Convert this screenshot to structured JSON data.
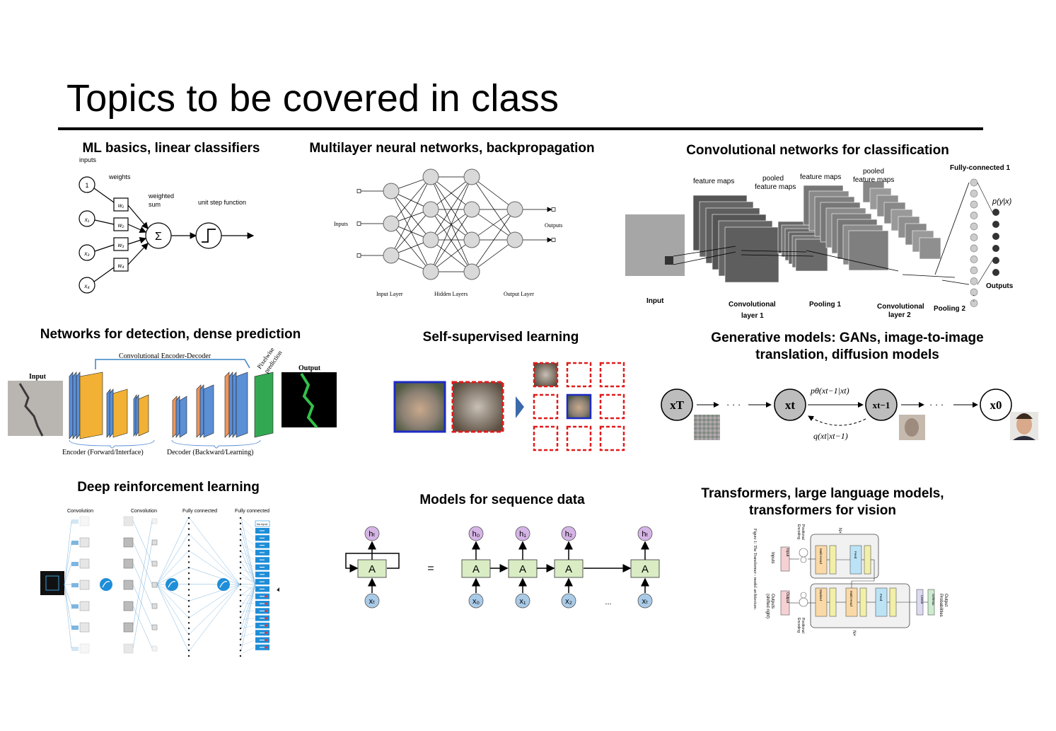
{
  "slide": {
    "title": "Topics to be covered in class"
  },
  "topics": {
    "ml_basics": {
      "heading": "ML basics, linear classifiers",
      "labels": {
        "inputs": "inputs",
        "weights": "weights",
        "weighted_sum": [
          "weighted",
          "sum"
        ],
        "step": "unit step function",
        "bias_input": "1",
        "x": [
          "x₁",
          "x₂",
          "x₃",
          "x₄"
        ],
        "w": [
          "w₁",
          "w₂",
          "w₃",
          "w₄"
        ],
        "sigma": "Σ"
      }
    },
    "mlp": {
      "heading": "Multilayer neural networks, backpropagation",
      "labels": {
        "inputs": "Inputs",
        "outputs": "Outputs",
        "input_layer": "Input Layer",
        "hidden_layers": "Hidden Layers",
        "output_layer": "Output Layer"
      }
    },
    "cnn": {
      "heading": "Convolutional networks for classification",
      "labels": {
        "feature_maps_1": "feature maps",
        "pooled_1": [
          "pooled",
          "feature maps"
        ],
        "feature_maps_2": "feature maps",
        "pooled_2": [
          "pooled",
          "feature maps"
        ],
        "fc": "Fully-connected 1",
        "pyx": "p(y|x)",
        "outputs": "Outputs",
        "input": "Input",
        "conv1": [
          "Convolutional",
          "layer 1"
        ],
        "pool1": "Pooling 1",
        "conv2": [
          "Convolutional",
          "layer 2"
        ],
        "pool2": "Pooling 2"
      }
    },
    "detection": {
      "heading": "Networks for detection, dense prediction",
      "labels": {
        "input": "Input",
        "output": "Output",
        "enc_dec": "Convolutional Encoder-Decoder",
        "pixelwise": [
          "Pixelwise",
          "prediction"
        ],
        "encoder": "Encoder (Forward/Interface)",
        "decoder": "Decoder (Backward/Learning)"
      }
    },
    "ssl": {
      "heading": "Self-supervised learning"
    },
    "generative": {
      "heading": [
        "Generative models: GANs, image-to-image",
        "translation, diffusion models"
      ],
      "labels": {
        "xT": "xT",
        "xt": "xt",
        "xt1": "xt−1",
        "x0": "x0",
        "dots": "· · ·",
        "p": "pθ(xt−1|xt)",
        "q": "q(xt|xt−1)"
      }
    },
    "drl": {
      "heading": "Deep reinforcement learning",
      "labels": {
        "conv1": "Convolution",
        "conv2": "Convolution",
        "fc1": "Fully connected",
        "fc2": "Fully connected",
        "no_input": "No input"
      }
    },
    "sequence": {
      "heading": "Models for sequence data",
      "labels": {
        "cell": "A",
        "equals": "=",
        "ellipsis": "...",
        "h": [
          "hₜ",
          "h₀",
          "h₁",
          "h₂",
          "hₜ"
        ],
        "x": [
          "xₜ",
          "x₀",
          "x₁",
          "x₂",
          "xₜ"
        ]
      }
    },
    "transformers": {
      "heading": [
        "Transformers, large language models,",
        "transformers for vision"
      ],
      "labels": {
        "caption": "Figure 1: The Transformer - model architecture.",
        "inputs": "Inputs",
        "outputs": [
          "Outputs",
          "(shifted right)"
        ],
        "input_emb": [
          "Input",
          "Embedding"
        ],
        "output_emb": [
          "Output",
          "Embedding"
        ],
        "pos_enc": [
          "Positional",
          "Encoding"
        ],
        "nx": "N×",
        "mha": [
          "Multi-Head",
          "Attention"
        ],
        "masked_mha": [
          "Masked",
          "Multi-Head",
          "Attention"
        ],
        "add_norm": [
          "Add & Norm"
        ],
        "ff": [
          "Feed",
          "Forward"
        ],
        "linear": "Linear",
        "softmax": "Softmax",
        "out_probs": [
          "Output",
          "Probabilities"
        ]
      }
    }
  },
  "colors": {
    "yellow": "#f2b134",
    "blue": "#5b8fd6",
    "orange": "#f0945a",
    "green": "#33a852",
    "red_dash": "#e11b1b",
    "seq_cell": "#d9ecc4",
    "seq_h": "#d5b4e6",
    "seq_x": "#a9cbe8"
  }
}
